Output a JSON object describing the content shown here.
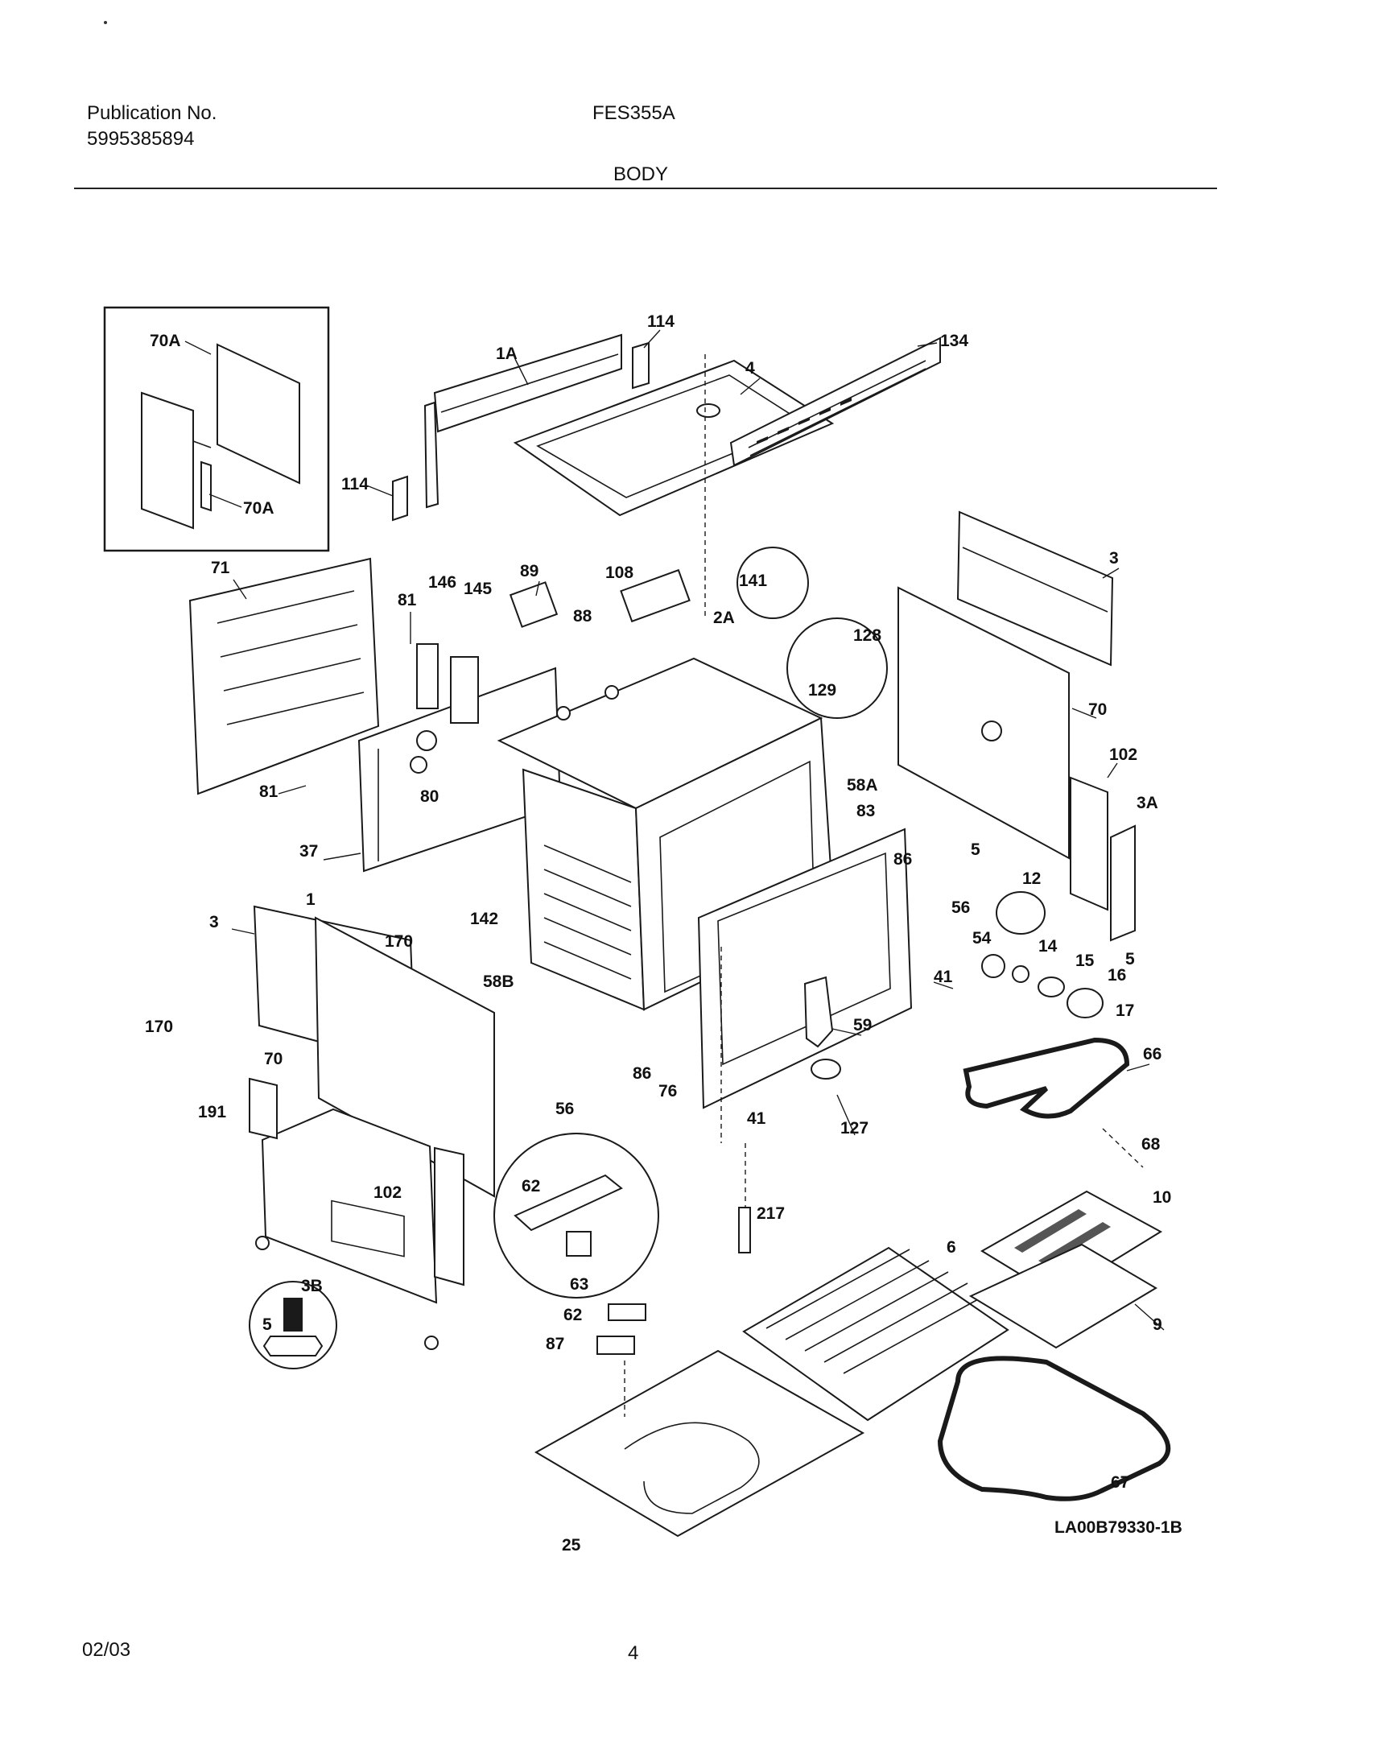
{
  "header": {
    "publication_label": "Publication No.",
    "publication_number": "5995385894",
    "model": "FES355A",
    "section": "BODY"
  },
  "diagram": {
    "drawing_code": "LA00B79330-1B",
    "callouts": [
      "70A",
      "70A",
      "114",
      "114",
      "1A",
      "4",
      "134",
      "71",
      "81",
      "146",
      "145",
      "89",
      "108",
      "88",
      "2A",
      "141",
      "128",
      "129",
      "3",
      "70",
      "102",
      "3A",
      "81",
      "80",
      "58A",
      "83",
      "37",
      "1",
      "5",
      "12",
      "86",
      "56",
      "142",
      "3",
      "170",
      "58B",
      "54",
      "14",
      "15",
      "16",
      "17",
      "41",
      "5",
      "170",
      "59",
      "66",
      "70",
      "86",
      "76",
      "41",
      "191",
      "56",
      "127",
      "68",
      "62",
      "102",
      "10",
      "217",
      "63",
      "6",
      "3B",
      "9",
      "5",
      "62",
      "87",
      "67",
      "25"
    ]
  },
  "footer": {
    "date": "02/03",
    "page": "4"
  }
}
